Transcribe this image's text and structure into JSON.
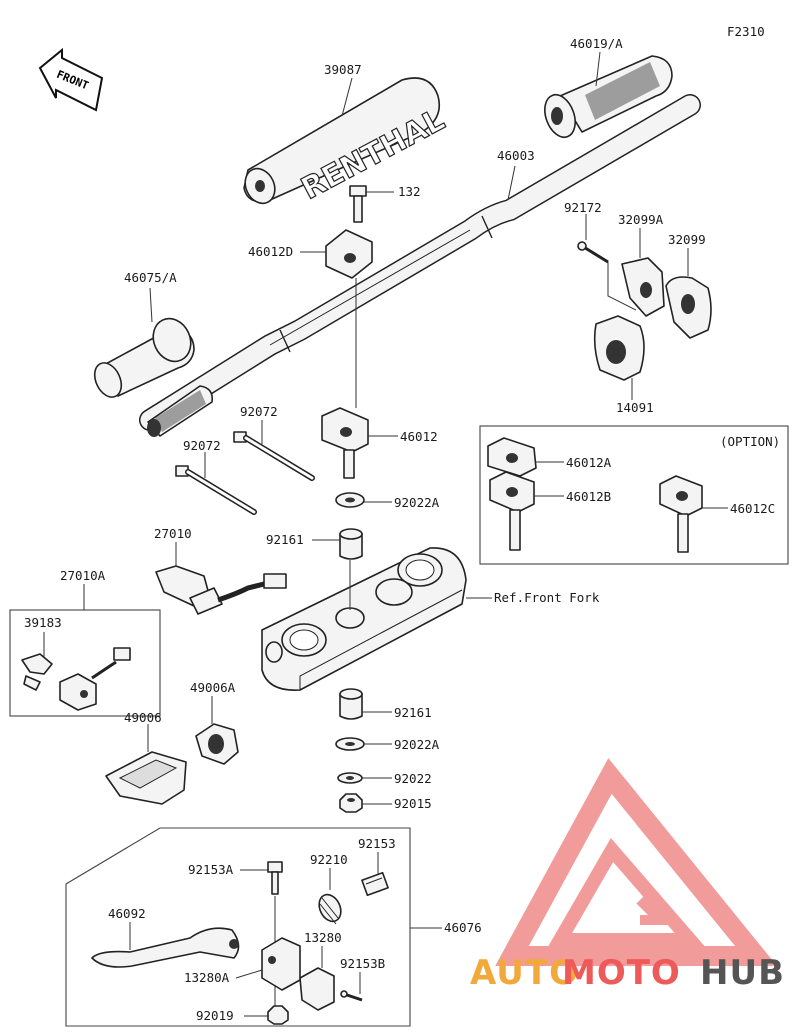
{
  "figure_code": "F2310",
  "front_arrow_text": "FRONT",
  "pad_text": "RENTHAL",
  "option_label": "(OPTION)",
  "ref_note": "Ref.Front Fork",
  "parts": {
    "p39087": "39087",
    "p46019A": "46019/A",
    "p132": "132",
    "p46003": "46003",
    "p46012D": "46012D",
    "p92172": "92172",
    "p32099A": "32099A",
    "p32099": "32099",
    "p46075A": "46075/A",
    "p14091": "14091",
    "p92072a": "92072",
    "p92072b": "92072",
    "p46012": "46012",
    "p92022A_top": "92022A",
    "p46012A": "46012A",
    "p46012B": "46012B",
    "p46012C": "46012C",
    "p27010": "27010",
    "p92161_top": "92161",
    "p27010A": "27010A",
    "p39183": "39183",
    "p49006A": "49006A",
    "p49006": "49006",
    "p92161_bot": "92161",
    "p92022A_bot": "92022A",
    "p92022": "92022",
    "p92015": "92015",
    "p92153": "92153",
    "p92153A": "92153A",
    "p92210": "92210",
    "p46092": "46092",
    "p46076": "46076",
    "p13280": "13280",
    "p13280A": "13280A",
    "p92153B": "92153B",
    "p92019": "92019"
  },
  "watermark": {
    "auto": "AUTO",
    "moto": "MOTO",
    "hub": "HUB",
    "color_auto": "#f2a93b",
    "color_moto": "#ee5a5a",
    "color_hub": "#555555",
    "triangle_color": "#f08a8a"
  }
}
